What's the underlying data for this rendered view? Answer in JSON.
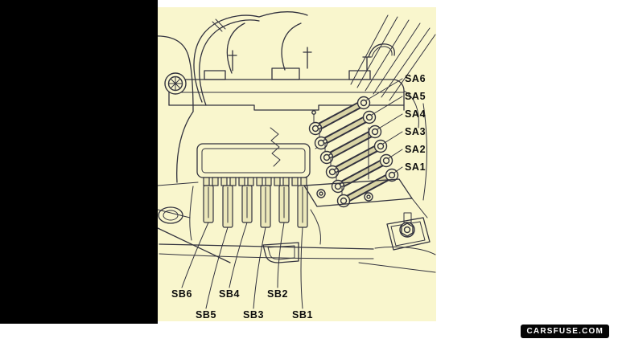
{
  "image": {
    "type": "engine-bay-fusible-link-diagram",
    "sa_labels": [
      "SA6",
      "SA5",
      "SA4",
      "SA3",
      "SA2",
      "SA1"
    ],
    "sb_labels": [
      "SB6",
      "SB5",
      "SB4",
      "SB3",
      "SB2",
      "SB1"
    ],
    "watermark": "CARSFUSE.COM"
  },
  "colors": {
    "page_bg": "#ffffff",
    "side_panel": "#000000",
    "diagram_bg": "#f9f6cd",
    "line": "#32323e",
    "label_text": "#0d0d0d",
    "badge_bg": "#050505",
    "badge_text": "#ffffff"
  }
}
